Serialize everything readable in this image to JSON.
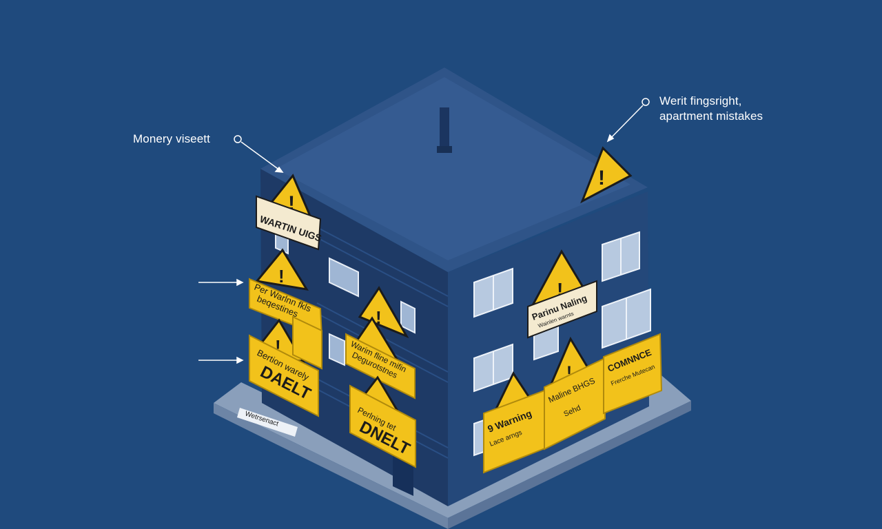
{
  "callouts": {
    "left_label": "Monery viseett",
    "right_label_line1": "Werit fingsright,",
    "right_label_line2": "apartment mistakes"
  },
  "signs": {
    "roof_banner": "WARTIN UIGS",
    "left_upper_line1": "Per Warlnn fkls",
    "left_upper_line2": "beqestines",
    "left_lower_line1": "Bertion warely",
    "left_lower_big": "DAELT",
    "center_upper_line1": "Warim fline mifin",
    "center_upper_line2": "Degurotstnes",
    "center_lower_line1": "Perlning tet",
    "center_lower_big": "DNELT",
    "right_banner_line1": "Parinu Naling",
    "right_banner_line2": "Wainlen warnts",
    "right_warning_line1": "9 Warning",
    "right_warning_line2": "Lace arngs",
    "right_middle_line1": "Maline BHGS",
    "right_middle_line2": "Sehd",
    "right_edge_line1": "COMNNCE",
    "right_edge_line2": "Frerche Mutecan"
  },
  "ground_tag": "Wetrsenact",
  "colors": {
    "background": "#1f4a7d",
    "building": "#22406f",
    "roof": "#2f5488",
    "sign_yellow": "#f2c21b",
    "ground": "#8a9fbb"
  }
}
